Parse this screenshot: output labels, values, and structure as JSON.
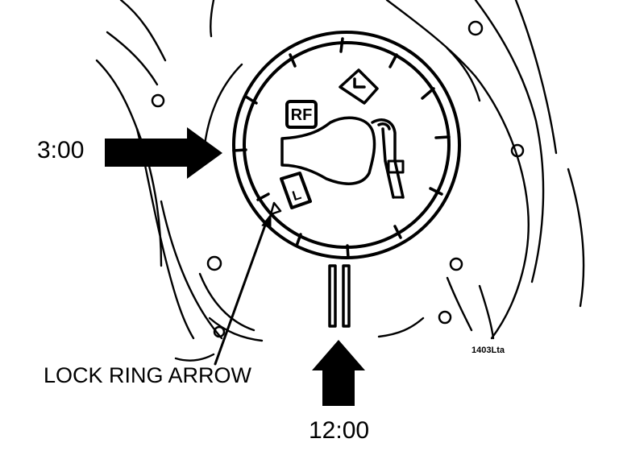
{
  "labels": {
    "three_oclock": "3:00",
    "twelve_oclock": "12:00",
    "lock_ring_arrow": "LOCK RING ARROW",
    "figure_code": "1403Lta"
  },
  "tank_badges": {
    "rf": "RF",
    "l": "L"
  },
  "colors": {
    "ink": "#000000",
    "paper": "#ffffff"
  }
}
